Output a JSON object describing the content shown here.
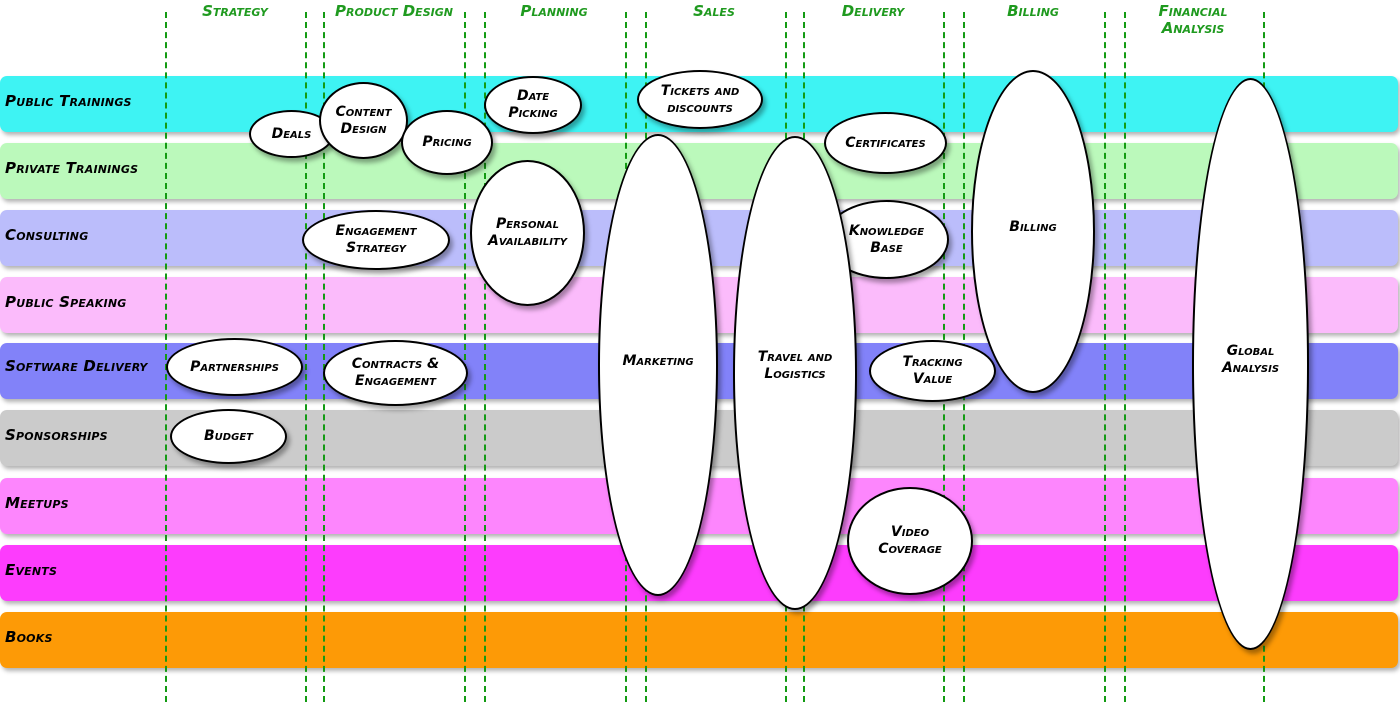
{
  "columns": [
    {
      "label": "Strategy"
    },
    {
      "label": "Product Design"
    },
    {
      "label": "Planning"
    },
    {
      "label": "Sales"
    },
    {
      "label": "Delivery"
    },
    {
      "label": "Billing"
    },
    {
      "label": "Financial Analysis"
    }
  ],
  "lanes": [
    {
      "label": "Public Trainings",
      "color": "#3ef3f3"
    },
    {
      "label": "Private Trainings",
      "color": "#bbf9bb"
    },
    {
      "label": "Consulting",
      "color": "#bbbdfb"
    },
    {
      "label": "Public Speaking",
      "color": "#fbbbfb"
    },
    {
      "label": "Software Delivery",
      "color": "#8282f9"
    },
    {
      "label": "Sponsorships",
      "color": "#cbcbcb"
    },
    {
      "label": "Meetups",
      "color": "#fd86fd"
    },
    {
      "label": "Events",
      "color": "#fd3cfd"
    },
    {
      "label": "Books",
      "color": "#fd9a06"
    }
  ],
  "bubbles": {
    "deals": "Deals",
    "content_design": "Content Design",
    "pricing": "Pricing",
    "date_picking": "Date Picking",
    "tickets_discounts": "Tickets and discounts",
    "certificates": "Certificates",
    "personal_availability": "Personal Availability",
    "engagement_strategy": "Engagement Strategy",
    "knowledge_base": "Knowledge Base",
    "billing": "Billing",
    "marketing": "Marketing",
    "travel_logistics": "Travel and Logistics",
    "partnerships": "Partnerships",
    "contracts_engagement": "Contracts & Engagement",
    "tracking_value": "Tracking Value",
    "global_analysis": "Global Analysis",
    "budget": "Budget",
    "video_coverage": "Video Coverage"
  }
}
